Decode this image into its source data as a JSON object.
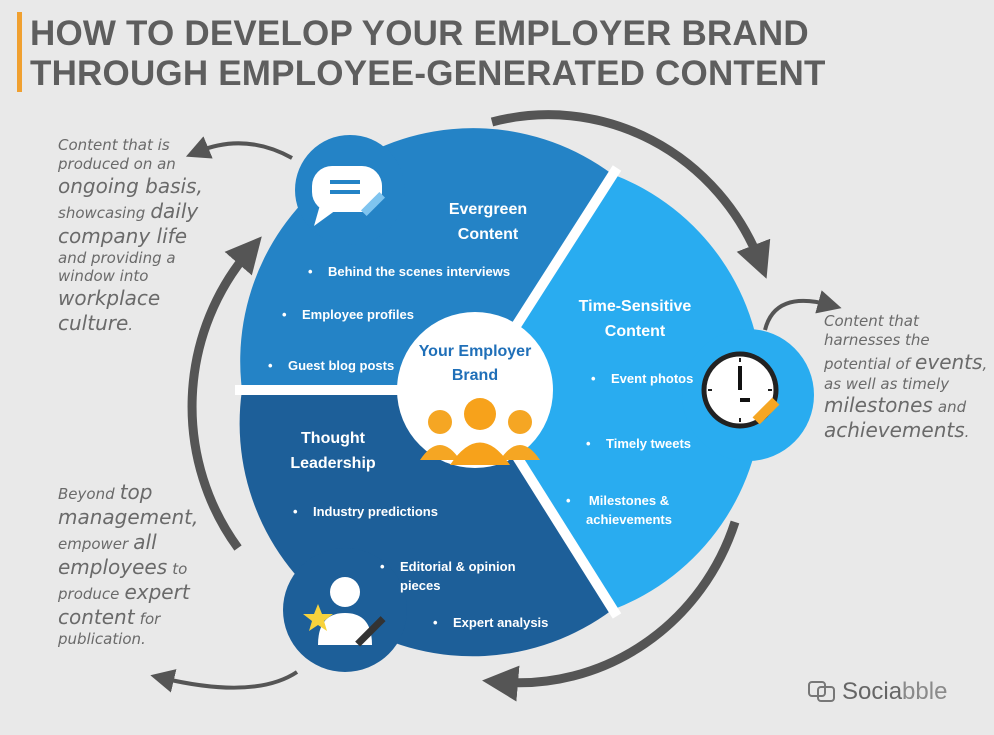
{
  "title": {
    "line1": "HOW TO DEVELOP YOUR EMPLOYER BRAND",
    "line2": "THROUGH EMPLOYEE-GENERATED CONTENT"
  },
  "colors": {
    "accent": "#f0a030",
    "evergreen": "#2483c6",
    "time_sensitive": "#29acf0",
    "thought_leadership": "#1d5f99",
    "center_text": "#1f6fb8",
    "arrows": "#555555",
    "people": "#f5a623"
  },
  "center": {
    "title_line1": "Your Employer",
    "title_line2": "Brand",
    "icon": "people-group-icon"
  },
  "sections": {
    "evergreen": {
      "title_line1": "Evergreen",
      "title_line2": "Content",
      "icon": "chat-bubble-pencil-icon",
      "items": [
        "Behind the scenes interviews",
        "Employee profiles",
        "Guest blog posts"
      ]
    },
    "time_sensitive": {
      "title_line1": "Time-Sensitive",
      "title_line2": "Content",
      "icon": "clock-pencil-icon",
      "items": [
        "Event photos",
        "Timely tweets",
        "Milestones &",
        "achievements"
      ]
    },
    "thought_leadership": {
      "title_line1": "Thought",
      "title_line2": "Leadership",
      "icon": "person-star-pen-icon",
      "items": [
        "Industry predictions",
        "Editorial & opinion",
        "pieces",
        "Expert analysis"
      ]
    }
  },
  "descriptions": {
    "evergreen": [
      "Content that is",
      "produced on an",
      "ongoing basis,",
      "showcasing",
      "daily",
      "company life",
      "and providing a",
      "window into",
      "workplace",
      "culture",
      "."
    ],
    "time_sensitive": [
      "Content that",
      "harnesses the",
      "potential of",
      "events",
      ",",
      "as well as timely",
      "milestones",
      "and",
      "achievements",
      "."
    ],
    "thought_leadership": [
      "Beyond",
      "top",
      "management,",
      "empower",
      "all",
      "employees",
      "to",
      "produce",
      "expert",
      "content",
      "for",
      "publication."
    ]
  },
  "logo": {
    "part1": "Socia",
    "part2": "bble"
  }
}
